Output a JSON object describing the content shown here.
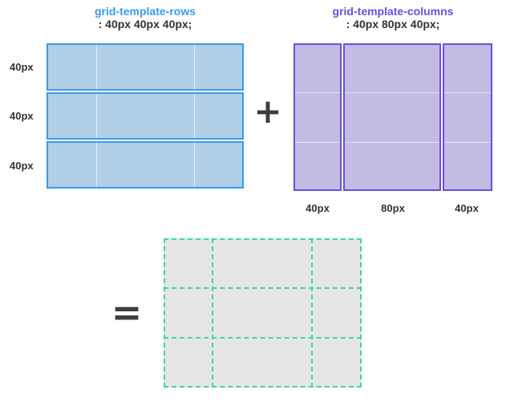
{
  "rows_panel": {
    "property": "grid-template-rows",
    "value": ": 40px 40px 40px;",
    "row_labels": [
      "40px",
      "40px",
      "40px"
    ],
    "color": "#3a9be8"
  },
  "cols_panel": {
    "property": "grid-template-columns",
    "value": ": 40px 80px 40px;",
    "col_labels": [
      "40px",
      "80px",
      "40px"
    ],
    "color": "#6a4fe0"
  },
  "operators": {
    "plus": "+",
    "equals": "="
  },
  "result_panel": {
    "rows": 3,
    "columns": 3,
    "line_color": "#3fd6ac",
    "fill": "#e6e6e6"
  }
}
